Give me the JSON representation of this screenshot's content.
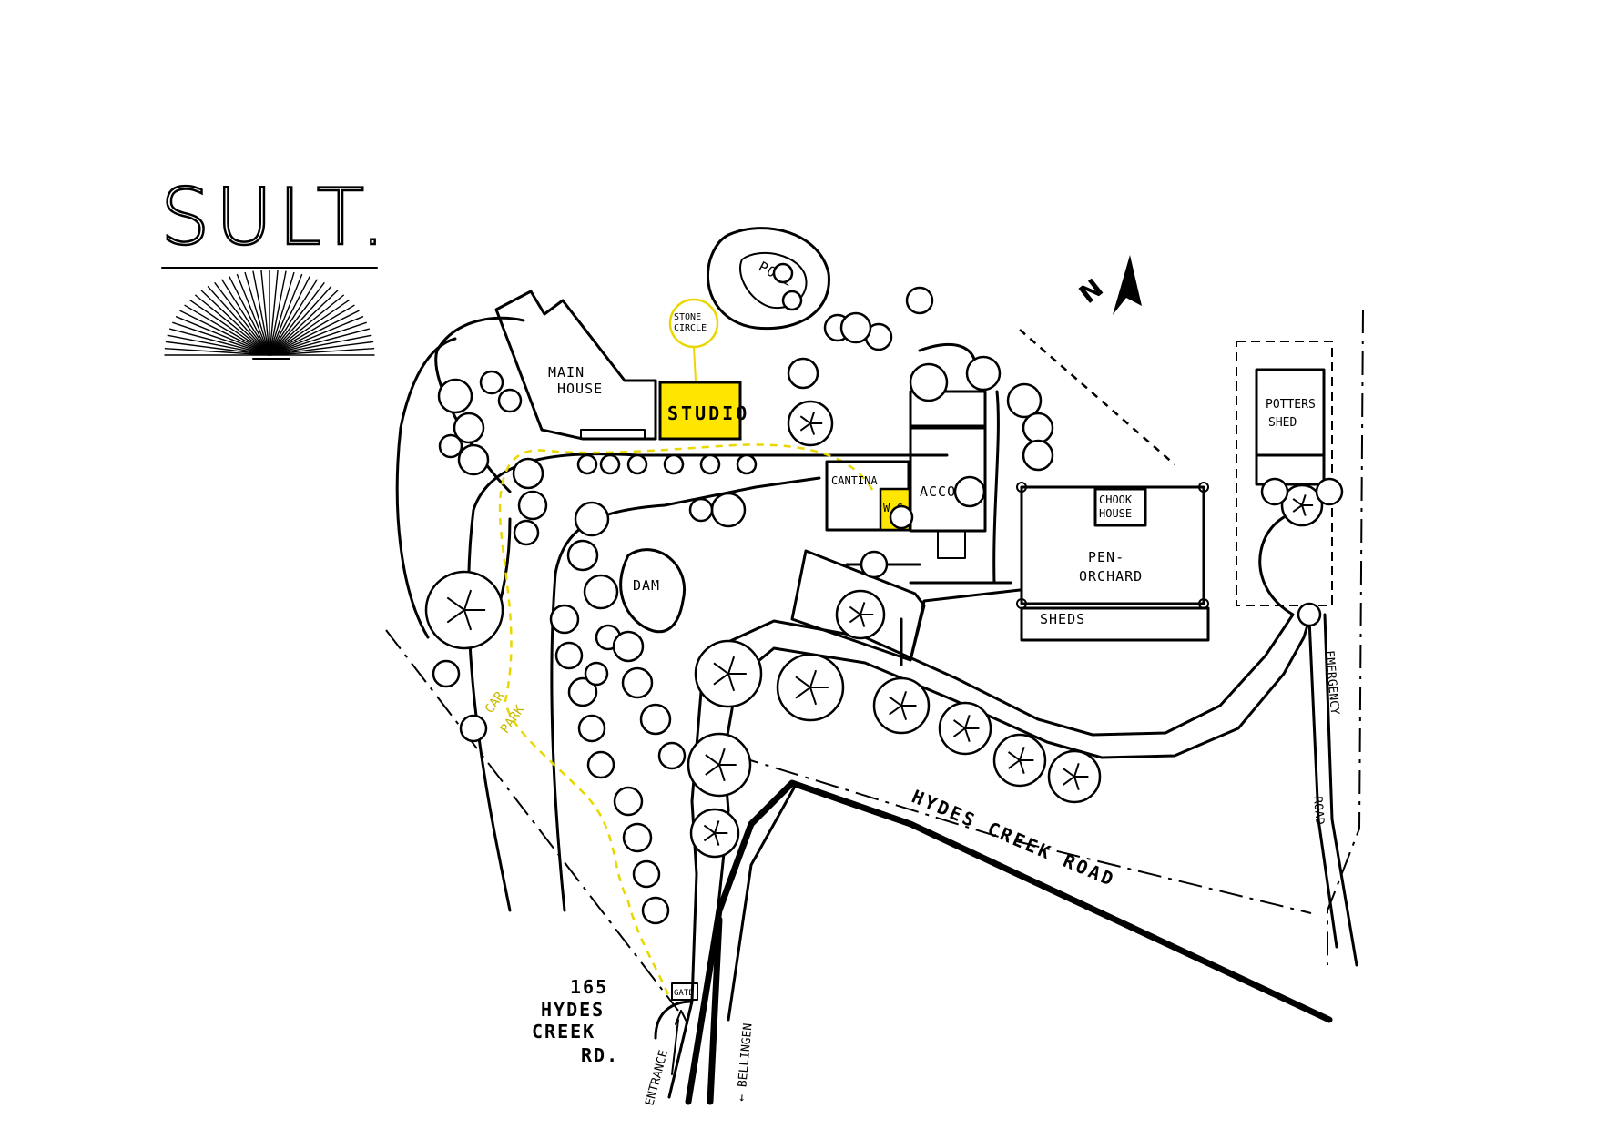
{
  "logo": {
    "text": "SULT."
  },
  "colors": {
    "highlight": "#FFE600",
    "ink": "#000000",
    "path": "#E8D800"
  },
  "north_label": "N",
  "labels": {
    "pool": "POOL",
    "stone_circle_1": "STONE",
    "stone_circle_2": "CIRCLE",
    "main_house_1": "MAIN",
    "main_house_2": "HOUSE",
    "studio": "STUDIO",
    "cantina": "CANTINA",
    "wc": "W.C",
    "accom": "ACCOM.",
    "chook_house_1": "CHOOK",
    "chook_house_2": "HOUSE",
    "potters_shed_1": "POTTERS",
    "potters_shed_2": "SHED",
    "pen_orchard_1": "PEN-",
    "pen_orchard_2": "ORCHARD",
    "sheds": "SHEDS",
    "dam": "DAM",
    "car_park_1": "CAR",
    "car_park_2": "PARK",
    "emergency_road_1": "EMERGENCY",
    "emergency_road_2": "ROAD",
    "hydes_creek_road": "HYDES   CREEK   ROAD",
    "gate": "GATE",
    "entrance": "ENTRANCE",
    "bellingen": "← BELLINGEN"
  },
  "address": {
    "line1": "165",
    "line2": "HYDES",
    "line3": "CREEK",
    "line4": "RD."
  }
}
